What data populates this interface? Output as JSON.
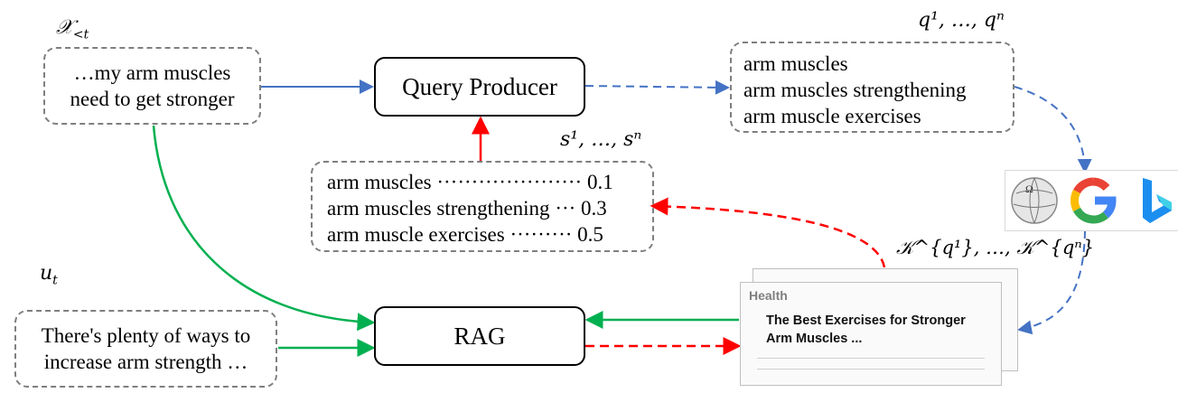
{
  "context": {
    "label_main": "𝒳",
    "label_sub": "<t",
    "lines": [
      "…my arm muscles",
      "need to get stronger"
    ]
  },
  "query_producer": {
    "label": "Query Producer"
  },
  "queries": {
    "label": "q¹, …, qⁿ",
    "lines": [
      "arm muscles",
      "arm muscles strengthening",
      "arm muscle exercises"
    ]
  },
  "scores": {
    "label": "s¹, …, sⁿ",
    "rows": [
      {
        "query": "arm muscles",
        "dots": "·····················",
        "score": "0.1"
      },
      {
        "query": "arm muscles strengthening",
        "dots": "···",
        "score": "0.3"
      },
      {
        "query": "arm muscle exercises",
        "dots": "·········",
        "score": "0.5"
      }
    ]
  },
  "search_engines": [
    {
      "name": "wikipedia",
      "icon": "wikipedia-globe-icon"
    },
    {
      "name": "google",
      "icon": "google-g-icon"
    },
    {
      "name": "bing",
      "icon": "bing-b-icon"
    }
  ],
  "knowledge": {
    "label": "𝒦^{q¹}, …, 𝒦^{qⁿ}",
    "card_category": "Health",
    "card_title_lines": [
      "The Best Exercises for Stronger",
      "Arm Muscles ..."
    ]
  },
  "response": {
    "label_main": "u",
    "label_sub": "t",
    "lines": [
      "There's plenty of ways to",
      "increase arm strength …"
    ]
  },
  "rag": {
    "label": "RAG"
  },
  "colors": {
    "blue_arrow": "#4472c4",
    "green_arrow": "#00b050",
    "red_arrow": "#ff0000",
    "dash_border": "#7f7f7f"
  }
}
